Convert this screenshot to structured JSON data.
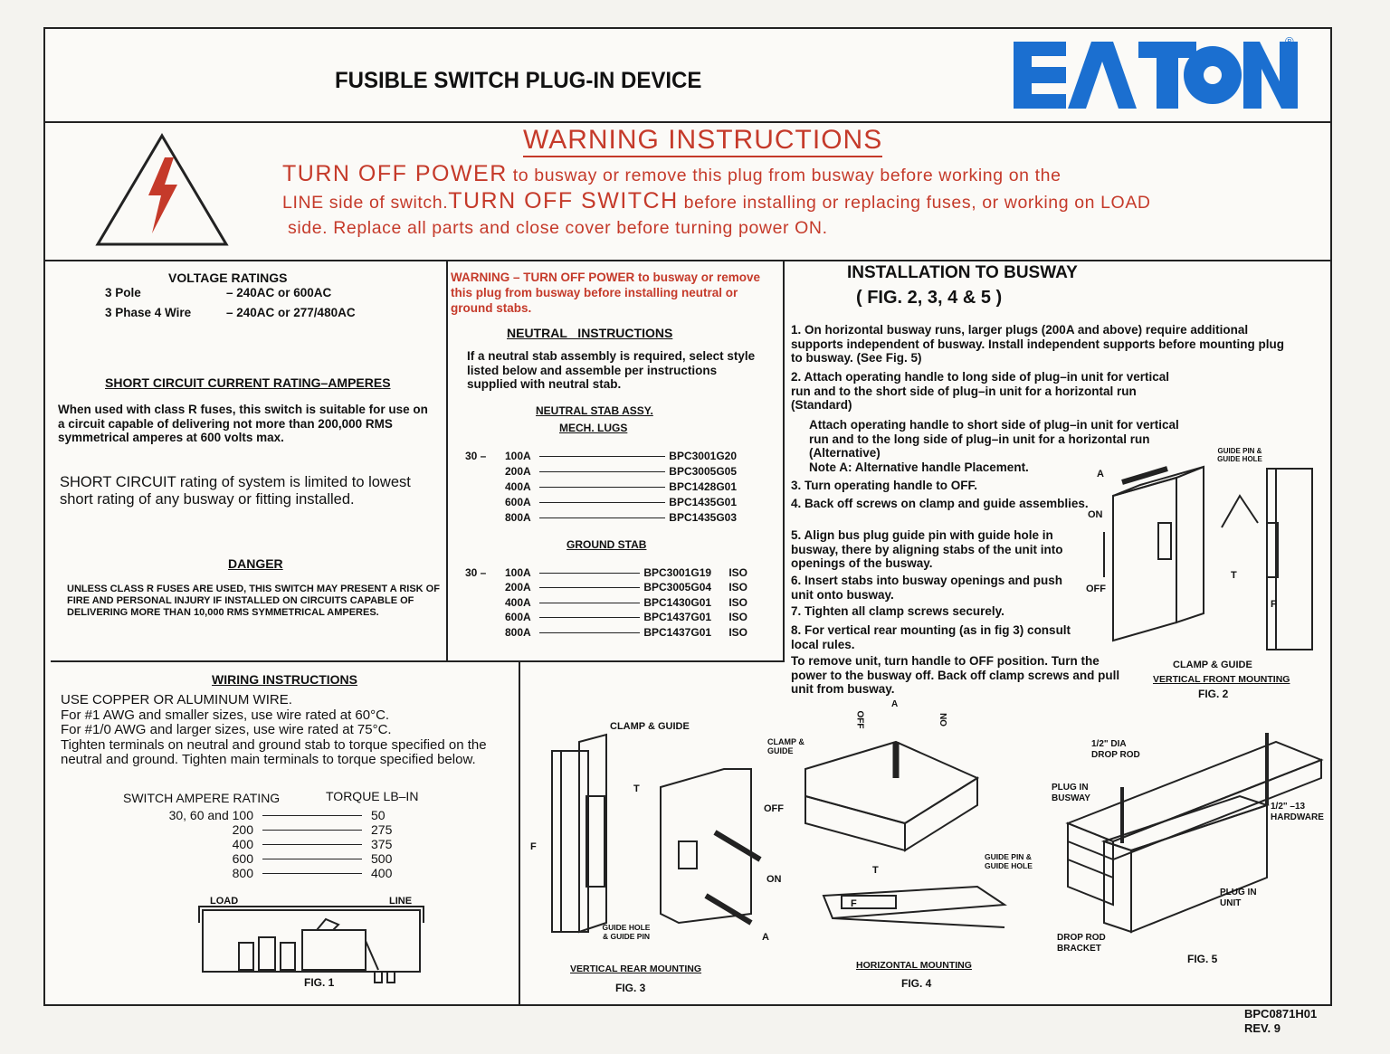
{
  "header": {
    "title": "FUSIBLE SWITCH PLUG-IN DEVICE",
    "logo_text": "EATON",
    "logo_color": "#1b6fd0",
    "registered": "®"
  },
  "warning": {
    "heading": "WARNING INSTRUCTIONS",
    "p1_big": "TURN OFF POWER",
    "p1_rest": " to busway or remove this plug from busway before working on the",
    "p2_a": "LINE side of switch.",
    "p2_big": "TURN OFF SWITCH",
    "p2_rest": " before installing or replacing fuses, or working on LOAD",
    "p3": "side.  Replace all parts and close cover before turning power ON.",
    "accent_color": "#c53a2a"
  },
  "voltage": {
    "heading": "VOLTAGE RATINGS",
    "rows": [
      {
        "label": "3 Pole",
        "value": "– 240AC or 600AC"
      },
      {
        "label": "3 Phase 4 Wire",
        "value": "– 240AC or 277/480AC"
      }
    ]
  },
  "short_circuit": {
    "heading": "SHORT CIRCUIT CURRENT RATING–AMPERES",
    "body": "When used with class R fuses, this switch is suitable for use on a circuit capable of delivering not more than 200,000 RMS symmetrical amperes at 600 volts max.",
    "note": "SHORT CIRCUIT rating of system is limited to lowest short rating of any busway or fitting installed."
  },
  "danger": {
    "heading": "DANGER",
    "body": "UNLESS CLASS R FUSES ARE USED, THIS SWITCH MAY PRESENT A RISK OF FIRE AND PERSONAL INJURY IF INSTALLED ON CIRCUITS CAPABLE OF DELIVERING MORE THAN 10,000 RMS SYMMETRICAL AMPERES."
  },
  "neutral": {
    "warning": "WARNING – TURN OFF POWER to busway or remove this plug from busway before installing neutral or ground stabs.",
    "heading": "NEUTRAL   INSTRUCTIONS",
    "body": "If a neutral  stab assembly is required, select style listed below and assemble per instructions supplied with neutral stab.",
    "stab_heading": "NEUTRAL STAB ASSY.",
    "stab_sub": "MECH. LUGS",
    "stab_rows": [
      {
        "prefix": "30  –",
        "amp": "100A",
        "part": "BPC3001G20"
      },
      {
        "prefix": "",
        "amp": "200A",
        "part": "BPC3005G05"
      },
      {
        "prefix": "",
        "amp": "400A",
        "part": "BPC1428G01"
      },
      {
        "prefix": "",
        "amp": "600A",
        "part": "BPC1435G01"
      },
      {
        "prefix": "",
        "amp": "800A",
        "part": "BPC1435G03"
      }
    ],
    "ground_heading": "GROUND STAB",
    "ground_rows": [
      {
        "prefix": "30  –",
        "amp": "100A",
        "part": "BPC3001G19",
        "iso": "ISO"
      },
      {
        "prefix": "",
        "amp": "200A",
        "part": "BPC3005G04",
        "iso": "ISO"
      },
      {
        "prefix": "",
        "amp": "400A",
        "part": "BPC1430G01",
        "iso": "ISO"
      },
      {
        "prefix": "",
        "amp": "600A",
        "part": "BPC1437G01",
        "iso": "ISO"
      },
      {
        "prefix": "",
        "amp": "800A",
        "part": "BPC1437G01",
        "iso": "ISO"
      }
    ]
  },
  "install": {
    "heading": "INSTALLATION TO BUSWAY",
    "subheading": "( FIG. 2, 3, 4 & 5 )",
    "steps": [
      "1. On horizontal busway runs, larger plugs (200A and above) require additional supports independent of busway. Install independent supports before mounting plug to busway. (See Fig. 5)",
      "2. Attach operating handle to long side of plug–in unit for vertical run and to the short side of plug–in unit for a horizontal run (Standard)",
      "Attach operating handle to short side of plug–in unit for vertical run and to the long side of plug–in unit for a horizontal run (Alternative)",
      "Note A: Alternative handle Placement.",
      "3. Turn operating handle to OFF.",
      "4. Back off screws on clamp and guide assemblies.",
      "5. Align bus plug guide pin with guide hole in busway, there by aligning stabs of the unit into openings of the busway.",
      "6. Insert stabs into busway openings and push unit onto busway.",
      "7. Tighten all clamp screws securely.",
      "8. For vertical rear mounting (as in fig 3) consult local rules."
    ],
    "remove": "To remove unit, turn handle to OFF position. Turn the power to the busway off. Back off clamp screws and pull unit from busway."
  },
  "wiring": {
    "heading": "WIRING INSTRUCTIONS",
    "lines": [
      "USE COPPER OR ALUMINUM WIRE.",
      "For #1 AWG and smaller sizes, use wire rated at 60°C.",
      "For #1/0 AWG and larger sizes, use wire rated at 75°C.",
      "Tighten terminals on neutral and ground stab to torque specified on the neutral and ground. Tighten main terminals to torque specified below."
    ],
    "col1": "SWITCH AMPERE RATING",
    "col2": "TORQUE LB–IN",
    "rows": [
      {
        "amp": "30, 60 and 100",
        "torque": "50"
      },
      {
        "amp": "200",
        "torque": "275"
      },
      {
        "amp": "400",
        "torque": "375"
      },
      {
        "amp": "600",
        "torque": "500"
      },
      {
        "amp": "800",
        "torque": "400"
      }
    ]
  },
  "figures": {
    "fig1": {
      "caption": "FIG. 1",
      "load": "LOAD",
      "line": "LINE"
    },
    "fig2": {
      "caption": "FIG. 2",
      "sub": "VERTICAL FRONT MOUNTING",
      "clamp": "CLAMP & GUIDE",
      "guide": "GUIDE PIN & GUIDE HOLE",
      "off": "OFF",
      "on": "ON",
      "a": "A",
      "t": "T",
      "f": "F"
    },
    "fig3": {
      "caption": "FIG. 3",
      "sub": "VERTICAL REAR MOUNTING",
      "clamp": "CLAMP & GUIDE",
      "guide": "GUIDE HOLE & GUIDE PIN",
      "off": "OFF",
      "on": "ON",
      "a": "A",
      "t": "T",
      "f": "F"
    },
    "fig4": {
      "caption": "FIG. 4",
      "sub": "HORIZONTAL MOUNTING",
      "clamp": "CLAMP & GUIDE",
      "guide": "GUIDE PIN & GUIDE HOLE",
      "off": "OFF",
      "on": "ON",
      "a": "A",
      "t": "T",
      "f": "F"
    },
    "fig5": {
      "caption": "FIG. 5",
      "rod": "1/2\" DIA DROP ROD",
      "plug": "PLUG IN BUSWAY",
      "hw": "1/2\" –13 HARDWARE",
      "unit": "PLUG IN UNIT",
      "bracket": "DROP ROD BRACKET"
    }
  },
  "footer": {
    "doc": "BPC0871H01",
    "rev": "REV. 9"
  }
}
